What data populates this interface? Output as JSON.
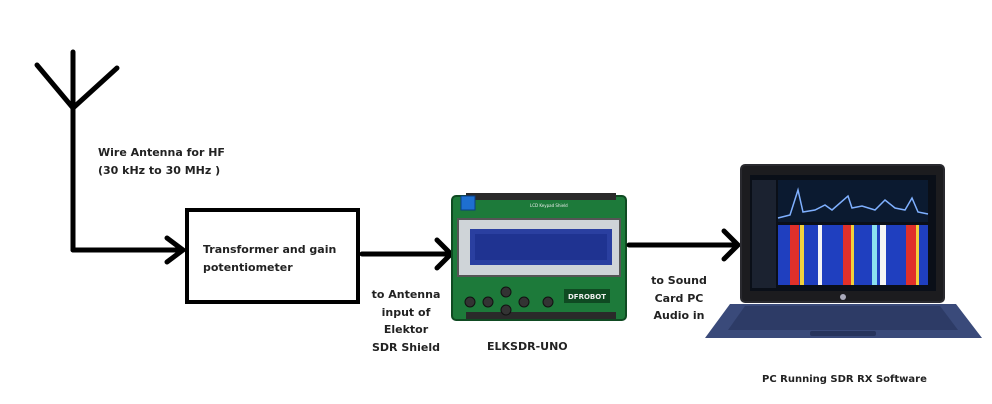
{
  "antenna": {
    "label_line1": "Wire Antenna for HF",
    "label_line2": "(30 kHz to 30 MHz )"
  },
  "transformer": {
    "label_line1": "Transformer and gain",
    "label_line2": "potentiometer"
  },
  "antenna_input": {
    "line1": "to Antenna",
    "line2": "input of",
    "line3": "Elektor",
    "line4": "SDR Shield"
  },
  "board": {
    "label": "ELKSDR-UNO",
    "shield_title": "LCD Keypad Shield",
    "brand": "DFROBOT"
  },
  "sound_card": {
    "line1": "to Sound",
    "line2": "Card PC",
    "line3": "Audio in"
  },
  "pc": {
    "label": "PC Running SDR RX Software"
  },
  "colors": {
    "line": "#000000",
    "board_green": "#1d7a3a",
    "lcd_blue": "#2a3fa0",
    "laptop_blue": "#3a4a7a"
  }
}
